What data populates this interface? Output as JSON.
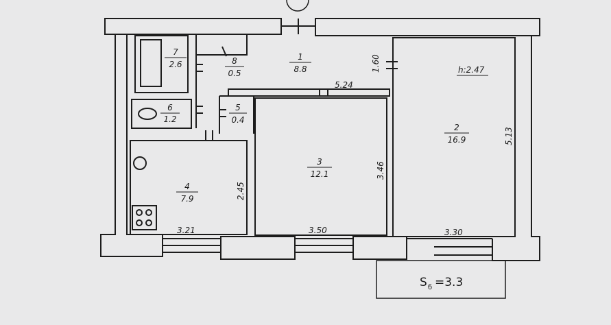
{
  "rooms": [
    {
      "id": "7",
      "area": "2.6"
    },
    {
      "id": "8",
      "area": "0.5"
    },
    {
      "id": "1",
      "area": "8.8"
    },
    {
      "id": "6",
      "area": "1.2"
    },
    {
      "id": "5",
      "area": "0.4"
    },
    {
      "id": "2",
      "area": "16.9"
    },
    {
      "id": "3",
      "area": "12.1"
    },
    {
      "id": "4",
      "area": "7.9"
    }
  ],
  "dimensions": {
    "ceiling_height": "h:2.47",
    "corridor_width": "1.60",
    "corridor_length": "5.24",
    "room2_depth": "5.13",
    "room3_depth": "3.46",
    "kitchen_depth": "2.45",
    "kitchen_width": "3.21",
    "room3_width": "3.50",
    "room2_width": "3.30"
  },
  "balcony": {
    "label": "S",
    "subscript": "б",
    "value": "=3.3"
  },
  "colors": {
    "paper": "#e9e9ea",
    "line": "#1c1c1c"
  }
}
